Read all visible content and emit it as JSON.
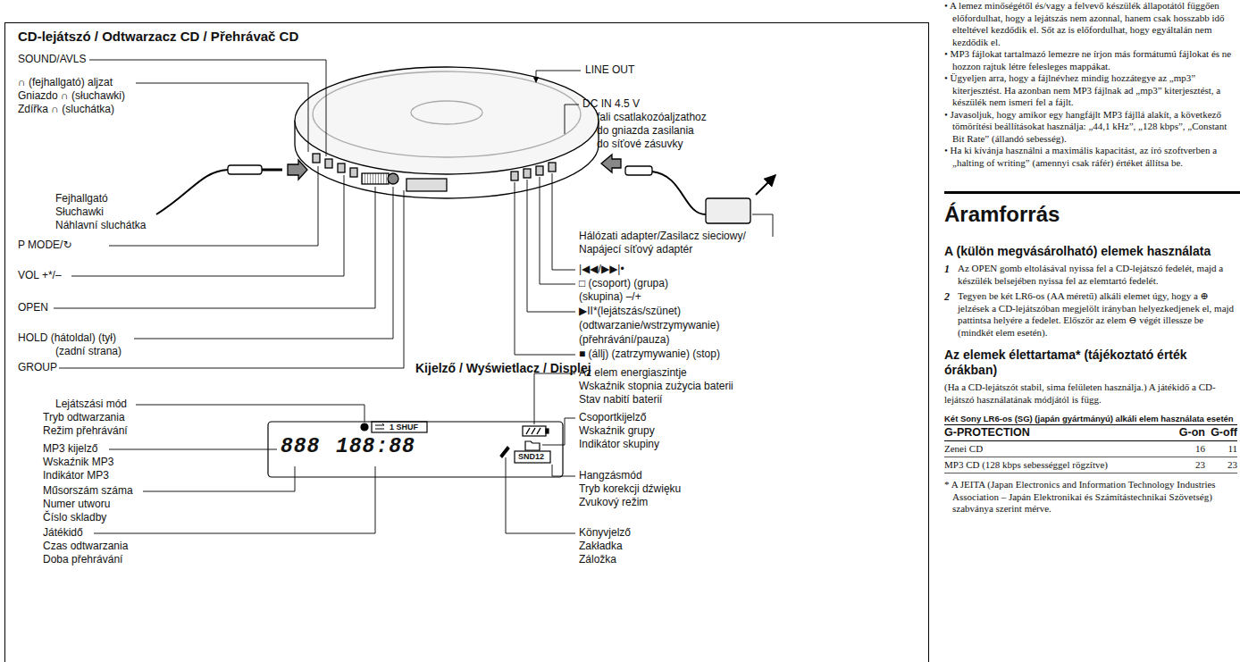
{
  "diagram": {
    "nodes": [
      {
        "text": [
          "CD-lejátszó / Odtwarzacz CD / Přehrávač CD"
        ]
      }
    ],
    "labels": [
      "SOUND/AVLS",
      "∩ (fejhallgató) aljzat",
      "Gniazdo ∩ (słuchawki)",
      "Zdířka ∩ (sluchátka)",
      "Fejhallgató",
      "Słuchawki",
      "Náhlavní sluchátka",
      "P MODE/↻",
      "VOL +*/–",
      "OPEN",
      "HOLD (hátoldal) (tył)",
      "(zadní strana)",
      "GROUP",
      "LINE OUT",
      "DC IN 4.5 V",
      "fali csatlakozóaljzathoz",
      "do gniazda zasilania",
      "do síťové zásuvky",
      "Hálózati adapter/Zasilacz sieciowy/",
      "Napájecí síťový adaptér",
      "|◀◀/▶▶|•",
      "□ (csoport) (grupa)",
      "(skupina) –/+",
      "▶II*(lejátszás/szünet)",
      "(odtwarzanie/wstrzymywanie)",
      "(přehrávání/pauza)",
      "■ (állj) (zatrzymywanie) (stop)",
      "Kijelző / Wyświetlacz / Displej",
      "Lejátszási mód",
      "Tryb odtwarzania",
      "Režim přehrávání",
      "MP3 kijelző",
      "Wskaźnik MP3",
      "Indikátor MP3",
      "Műsorszám száma",
      "Numer utworu",
      "Číslo skladby",
      "Játékidő",
      "Czas odtwarzania",
      "Doba přehrávání",
      "Az elem energiaszintje",
      "Wskaźnik stopnia zużycia baterii",
      "Stav nabití baterií",
      "Csoportkijelző",
      "Wskaźnik grupy",
      "Indikátor skupiny",
      "Hangzásmód",
      "Tryb korekcji dźwięku",
      "Zvukový režim",
      "Könyvjelző",
      "Zakładka",
      "Záložka",
      "888",
      "188:88",
      "1 SHUF",
      "SND12",
      "• A lemez minőségétől és/vagy a felvevő készülék állapotától függően előfordulhat, hogy a lejátszás nem azonnal, hanem csak hosszabb idő elteltével kezdődik el. Sőt az is előfordulhat, hogy egyáltalán nem kezdődik el.",
      "• MP3 fájlokat tartalmazó lemezre ne írjon más formátumú fájlokat és ne hozzon rajtuk létre felesleges mappákat.",
      "• Ügyeljen arra, hogy a fájlnévhez mindig hozzátegye az „mp3” kiterjesztést. Ha azonban nem MP3 fájlnak ad „mp3” kiterjesztést, a készülék nem ismeri fel a fájlt.",
      "• Javasoljuk, hogy amikor egy hangfájlt MP3 fájllá alakít, a következő tömörítési beállításokat használja: „44,1 kHz”, „128 kbps”, „Constant Bit Rate” (állandó sebesség).",
      "• Ha ki kívánja használni a maximális kapacitást, az író szoftverben a „halting of writing” (amennyi csak ráfér) értéket állítsa be.",
      "Áramforrás",
      "A (külön megvásárolható) elemek használata",
      "1",
      "Az OPEN gomb eltolásával nyissa fel a CD-lejátszó fedelét, majd a készülék belsejében nyissa fel az elemtartó fedelét.",
      "2",
      "Tegyen be két LR6-os (AA méretű) alkáli elemet úgy, hogy a ⊕ jelzések a CD-lejátszóban megjelölt irányban helyezkedjenek el, majd pattintsa helyére a fedelet. Először az elem ⊖ végét illessze be (mindkét elem esetén).",
      "Az elemek élettartama* (tájékoztató érték órákban)",
      "(Ha a CD-lejátszót stabil, sima felületen használja.) A játékidő a CD-lejátszó használatának módjától is függ.",
      "Két Sony LR6-os (SG) (japán gyártmányú) alkáli elem használata esetén",
      "G-PROTECTION",
      "G-on",
      "G-off",
      "Zenei CD",
      "16",
      "11",
      "MP3 CD (128 kbps sebességgel rögzítve)",
      "23",
      "23",
      "* A JEITA (Japan Electronics and Information Technology Industries Association – Japán Elektronikai és Számítástechnikai Szövetség) szabványa szerint mérve."
    ]
  }
}
